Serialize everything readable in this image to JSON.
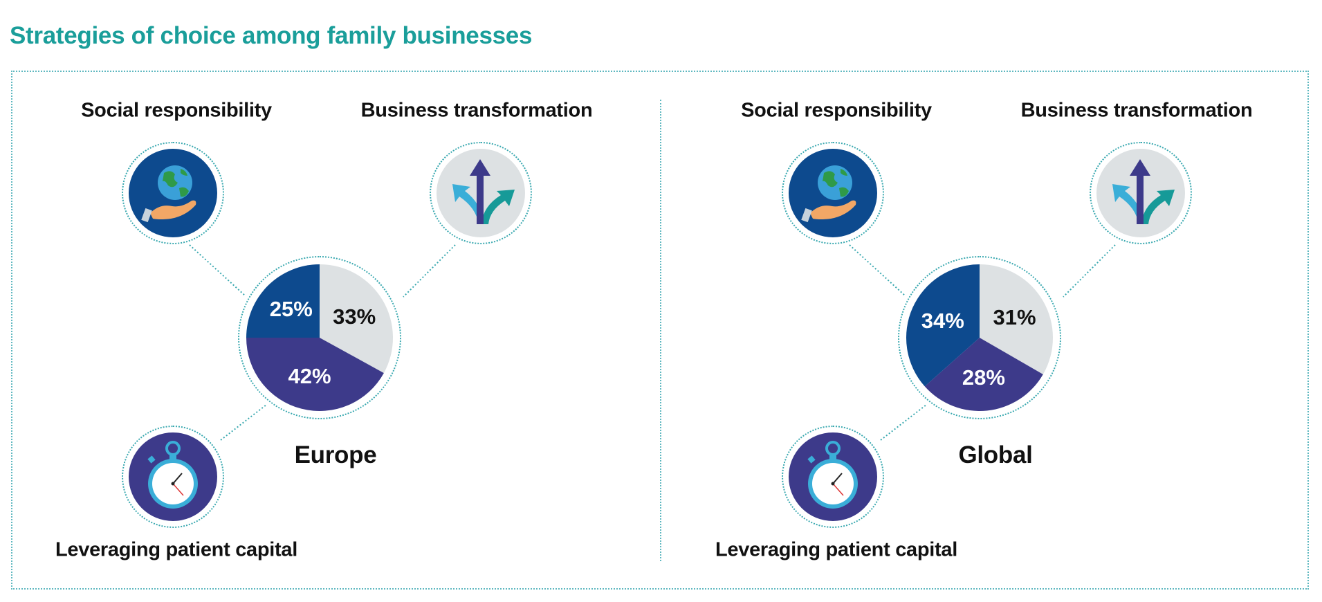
{
  "title": "Strategies of choice among family businesses",
  "colors": {
    "title": "#1a9e9a",
    "social": "#0d4a8e",
    "patient": "#3d3a8a",
    "transformation": "#dde1e3",
    "dotted": "#3aa9b0"
  },
  "labels": {
    "social": "Social responsibility",
    "transformation": "Business transformation",
    "patient": "Leveraging patient capital"
  },
  "chart_data": [
    {
      "type": "pie",
      "title": "Europe",
      "categories": [
        "Business transformation",
        "Leveraging patient capital",
        "Social responsibility"
      ],
      "values": [
        33,
        42,
        25
      ],
      "labels": [
        "33%",
        "42%",
        "25%"
      ]
    },
    {
      "type": "pie",
      "title": "Global",
      "categories": [
        "Business transformation",
        "Leveraging patient capital",
        "Social responsibility"
      ],
      "values": [
        31,
        28,
        34
      ],
      "labels": [
        "31%",
        "28%",
        "34%"
      ]
    }
  ]
}
